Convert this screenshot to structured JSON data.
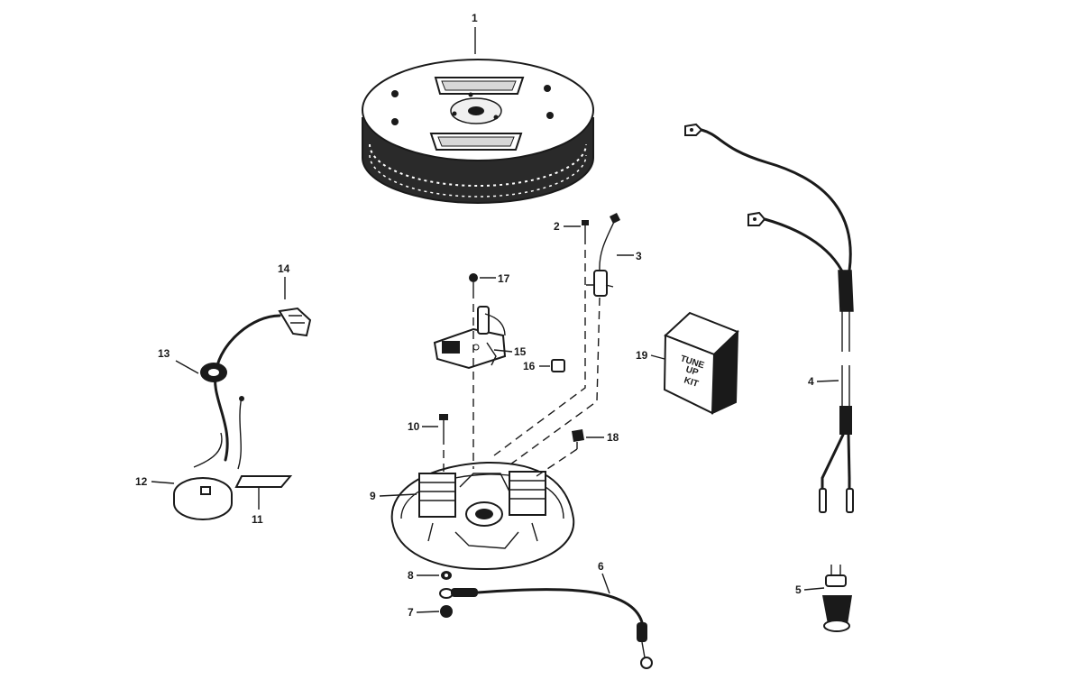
{
  "callouts": {
    "c1": "1",
    "c2": "2",
    "c3": "3",
    "c4": "4",
    "c5": "5",
    "c6": "6",
    "c7": "7",
    "c8": "8",
    "c9": "9",
    "c10": "10",
    "c11": "11",
    "c12": "12",
    "c13": "13",
    "c14": "14",
    "c15": "15",
    "c16": "16",
    "c17": "17",
    "c18": "18",
    "c19": "19"
  },
  "tune_up_kit": {
    "line1": "TUNE",
    "line2": "UP",
    "line3": "KIT"
  },
  "colors": {
    "ink": "#1a1a1a",
    "paper": "#ffffff"
  }
}
